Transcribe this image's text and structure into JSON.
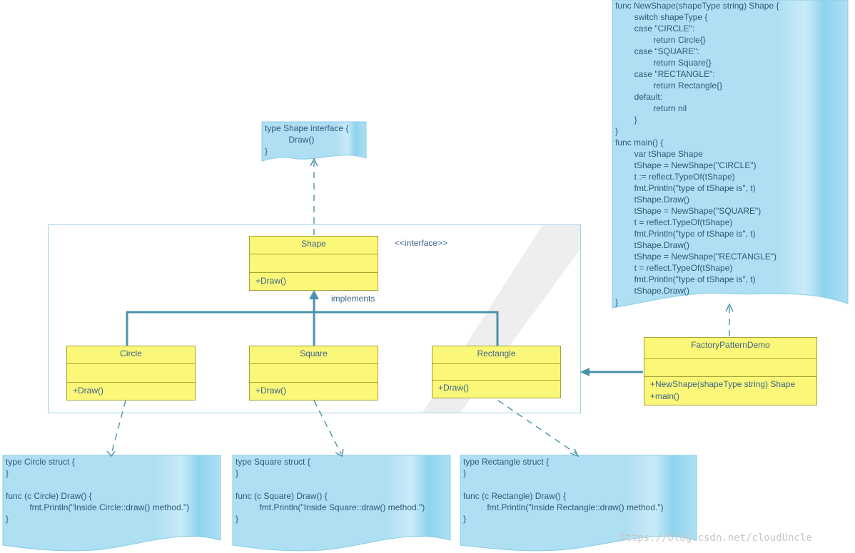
{
  "notes": {
    "shape_interface": "type Shape interface {\n          Draw()\n}",
    "circle_struct": "type Circle struct {\n}\n\nfunc (c Circle) Draw() {\n          fmt.Println(\"Inside Circle::draw() method.\")\n}",
    "square_struct": "type Square struct {\n}\n\nfunc (c Square) Draw() {\n          fmt.Println(\"Inside Square::draw() method.\")\n}",
    "rectangle_struct": "type Rectangle struct {\n}\n\nfunc (c Rectangle) Draw() {\n          fmt.Println(\"Inside Rectangle::draw() method.\")\n}",
    "factory_code": "func NewShape(shapeType string) Shape {\n        switch shapeType {\n        case \"CIRCLE\":\n                return Circle{}\n        case \"SQUARE\":\n                return Square{}\n        case \"RECTANGLE\":\n                return Rectangle{}\n        default:\n                return nil\n        }\n}\nfunc main() {\n        var tShape Shape\n        tShape = NewShape(\"CIRCLE\")\n        t := reflect.TypeOf(tShape)\n        fmt.Println(\"type of tShape is\", t)\n        tShape.Draw()\n        tShape = NewShape(\"SQUARE\")\n        t = reflect.TypeOf(tShape)\n        fmt.Println(\"type of tShape is\", t)\n        tShape.Draw()\n        tShape = NewShape(\"RECTANGLE\")\n        t = reflect.TypeOf(tShape)\n        fmt.Println(\"type of tShape is\", t)\n        tShape.Draw()\n}"
  },
  "classes": {
    "shape": {
      "name": "Shape",
      "op": "+Draw()",
      "stereotype": "<<interface>>"
    },
    "circle": {
      "name": "Circle",
      "op": "+Draw()"
    },
    "square": {
      "name": "Square",
      "op": "+Draw()"
    },
    "rectangle": {
      "name": "Rectangle",
      "op": "+Draw()"
    },
    "factory": {
      "name": "FactoryPatternDemo",
      "op1": "+NewShape(shapeType string) Shape",
      "op2": "+main()"
    }
  },
  "labels": {
    "implements": "implements"
  },
  "watermark": "https://blog.csdn.net/cloudUncle",
  "colors": {
    "note_fill": "#aedff3",
    "note_border": "#7cc6e6",
    "class_fill": "#fbf779",
    "connector": "#4a92aa"
  }
}
